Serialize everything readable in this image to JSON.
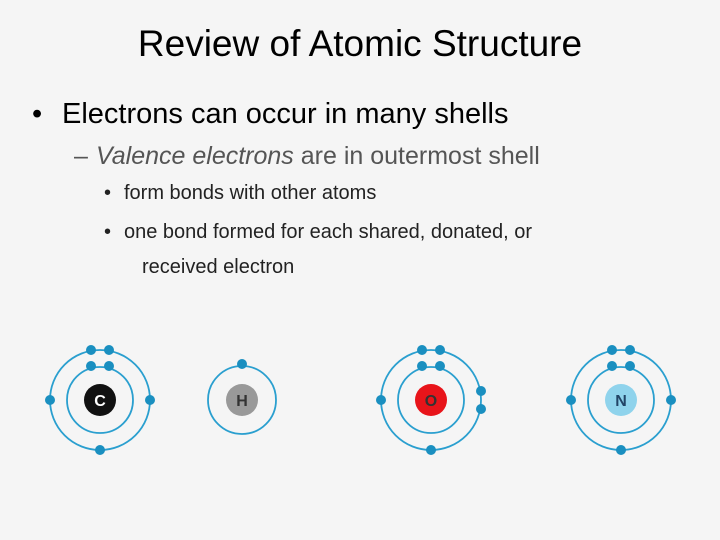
{
  "slide": {
    "title": "Review of Atomic Structure",
    "bullet1": "Electrons can occur in many shells",
    "bullet1_mark": "•",
    "sub_mark": "–",
    "sub_italic": "Valence electrons",
    "sub_rest": " are in outermost shell",
    "bullet3_mark": "•",
    "bullet3a": "form bonds with other atoms",
    "bullet3b_line1": "one bond formed for each shared, donated, or",
    "bullet3b_line2": "received electron"
  },
  "atoms": [
    {
      "symbol": "C",
      "fill": "#111111",
      "text_color": "#ffffff",
      "shells": 2
    },
    {
      "symbol": "H",
      "fill": "#999999",
      "text_color": "#333333",
      "shells": 1
    },
    {
      "symbol": "O",
      "fill": "#e8141a",
      "text_color": "#333333",
      "shells": 2
    },
    {
      "symbol": "N",
      "fill": "#8fd3ec",
      "text_color": "#224466",
      "shells": 2
    }
  ],
  "colors": {
    "electron": "#1a8fc0",
    "shell": "#2a9fcf"
  }
}
